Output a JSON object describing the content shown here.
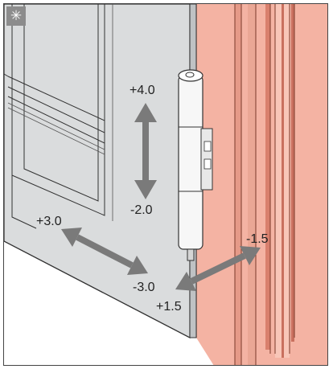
{
  "corner_icon": {
    "name": "snowflake-icon",
    "glyph": "✳"
  },
  "adjustments": {
    "vertical": {
      "up": "+4.0",
      "down": "-2.0"
    },
    "lateral": {
      "plus": "+3.0",
      "minus": "-3.0"
    },
    "depth": {
      "plus": "+1.5",
      "minus": "-1.5"
    }
  },
  "colors": {
    "sash": "#dadcdd",
    "sash_shade": "#bfc2c4",
    "frame_profile": "#f4b3a3",
    "frame_shadow": "#d9806d",
    "arrow": "#7a7a7a",
    "line": "#333333"
  }
}
